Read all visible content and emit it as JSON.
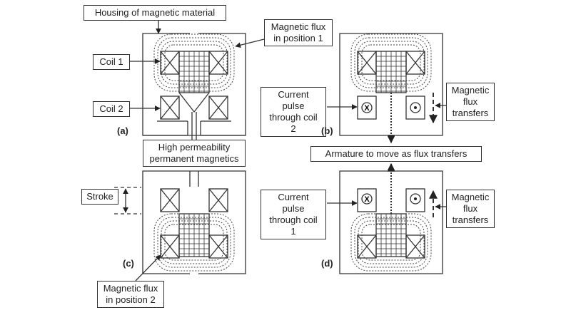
{
  "labels": {
    "housing": "Housing of magnetic material",
    "flux_pos1": [
      "Magnetic flux",
      "in position 1"
    ],
    "coil1": "Coil 1",
    "coil2": "Coil 2",
    "permanent": [
      "High permeability",
      "permanent magnetics"
    ],
    "pulse_coil2": [
      "Current pulse",
      "through coil 2"
    ],
    "flux_transfers_b": [
      "Magnetic",
      "flux",
      "transfers"
    ],
    "armature": "Armature to move as flux transfers",
    "stroke": "Stroke",
    "pulse_coil1": [
      "Current pulse",
      "through coil 1"
    ],
    "flux_transfers_d": [
      "Magnetic",
      "flux",
      "transfers"
    ],
    "flux_pos2": [
      "Magnetic flux",
      "in position 2"
    ]
  },
  "captions": {
    "a": "(a)",
    "b": "(b)",
    "c": "(c)",
    "d": "(d)"
  },
  "symbols": {
    "current_in": "X",
    "current_out": "•"
  }
}
